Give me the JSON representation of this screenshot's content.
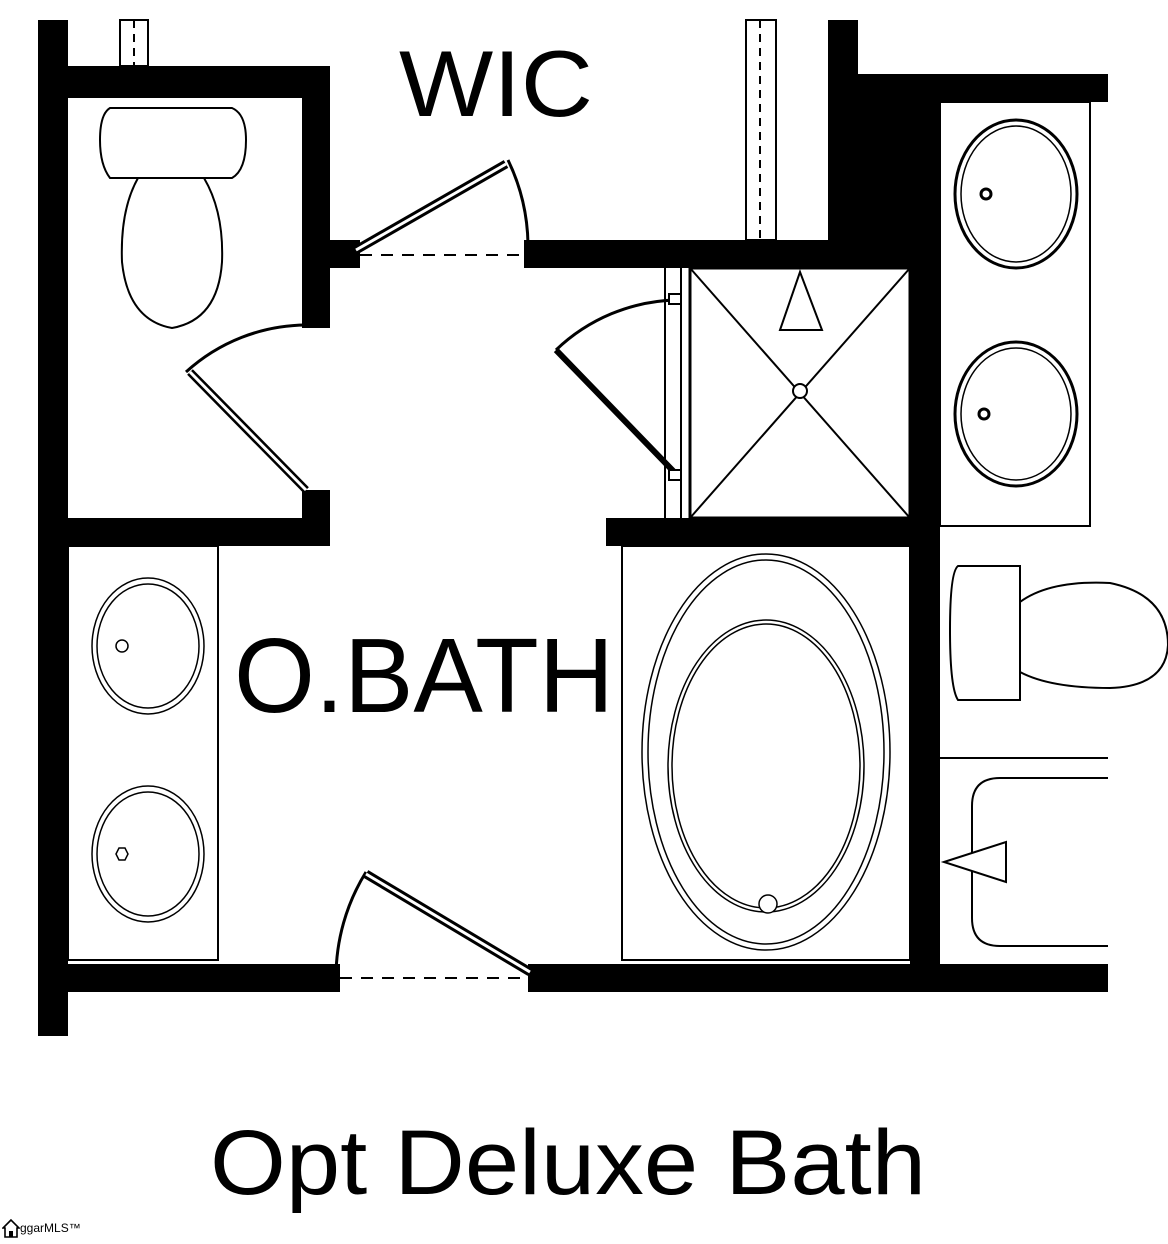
{
  "labels": {
    "closet": "WIC",
    "bath": "O.BATH",
    "caption": "Opt Deluxe Bath"
  },
  "watermark": {
    "text": "ggarMLS™",
    "icon": "house-logo-icon"
  },
  "colors": {
    "ink": "#000000",
    "paper": "#ffffff"
  }
}
